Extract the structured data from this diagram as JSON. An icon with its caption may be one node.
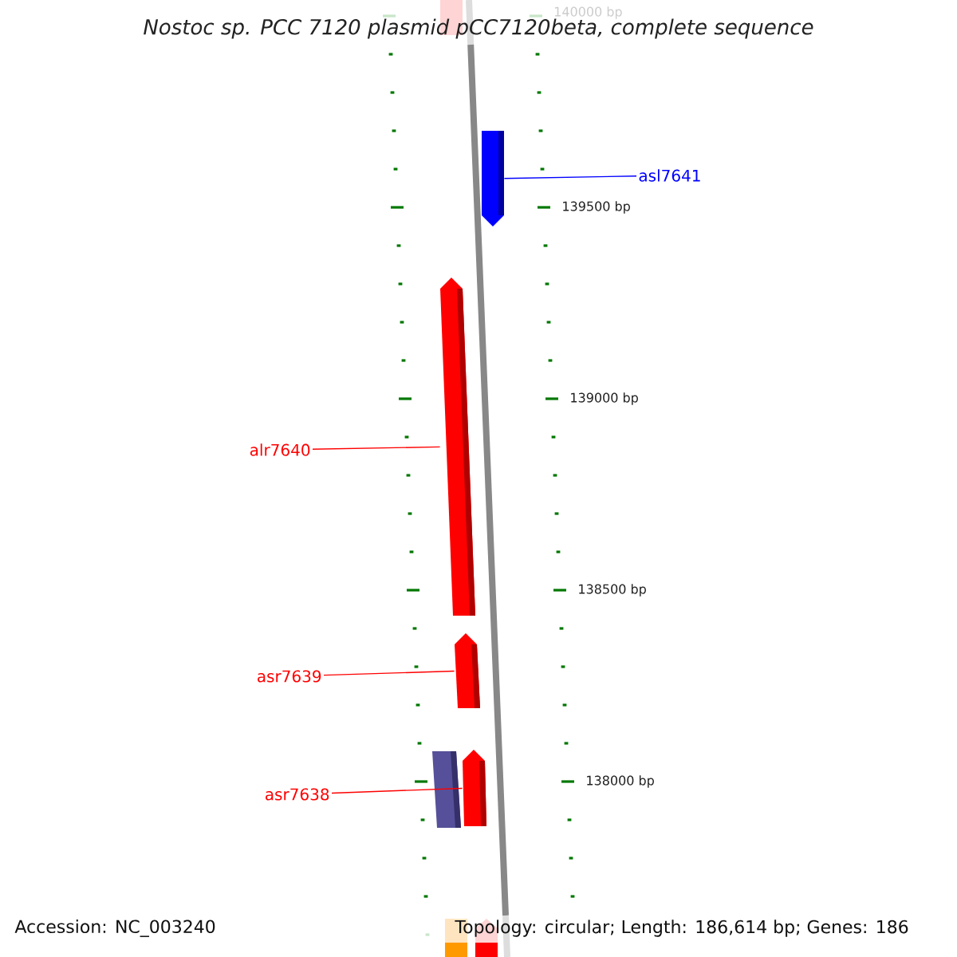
{
  "diagram": {
    "title": "Nostoc sp. PCC 7120 plasmid pCC7120beta, complete sequence",
    "nodes": [
      {
        "text": [
          "asl7641"
        ]
      },
      {
        "text": [],
        "shape": "bar"
      },
      {
        "text": [
          "alr7640"
        ]
      },
      {
        "text": [],
        "shape": "bar"
      },
      {
        "text": [
          "asr7639"
        ]
      },
      {
        "text": [],
        "shape": "bar"
      },
      {
        "text": [
          "asr7638"
        ]
      },
      {
        "text": [],
        "shape": "bar"
      }
    ],
    "edges": [
      {
        "from": 0,
        "to": 1,
        "arrow": "none",
        "color": "#0000ff"
      },
      {
        "from": 2,
        "to": 3,
        "arrow": "none"
      },
      {
        "from": 4,
        "to": 5,
        "arrow": "none"
      },
      {
        "from": 6,
        "to": 7,
        "arrow": "none"
      }
    ],
    "labels": [
      "140000 bp",
      "139500 bp",
      "139000 bp",
      "138500 bp",
      "138000 bp",
      "Accession: NC_003240",
      "Topology: circular; Length: 186,614 bp; Genes: 186"
    ]
  }
}
